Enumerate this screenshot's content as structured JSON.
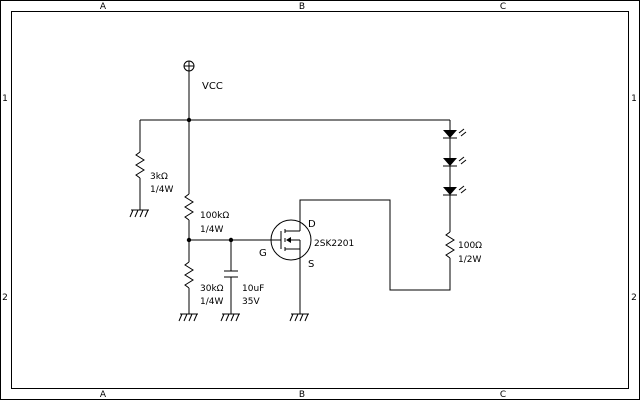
{
  "frame": {
    "columns": [
      "A",
      "B",
      "C"
    ],
    "rows": [
      "1",
      "2"
    ]
  },
  "power": {
    "label": "VCC"
  },
  "components": {
    "r_bias": {
      "value": "3kΩ",
      "rating": "1/4W"
    },
    "r_top": {
      "value": "100kΩ",
      "rating": "1/4W"
    },
    "r_bottom": {
      "value": "30kΩ",
      "rating": "1/4W"
    },
    "capacitor": {
      "value": "10uF",
      "rating": "35V"
    },
    "mosfet": {
      "part": "2SK2201",
      "gate": "G",
      "drain": "D",
      "source": "S"
    },
    "r_led": {
      "value": "100Ω",
      "rating": "1/2W"
    }
  },
  "colors": {
    "line": "#000000",
    "background": "#ffffff"
  },
  "icons": [
    "ground-icon",
    "vcc-icon",
    "led-icon",
    "resistor-icon",
    "capacitor-icon",
    "mosfet-icon"
  ]
}
